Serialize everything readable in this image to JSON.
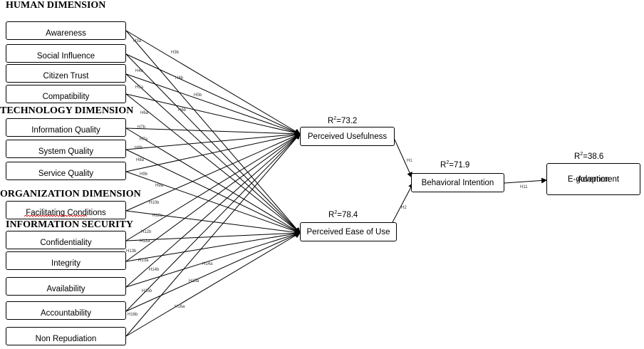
{
  "headings": {
    "human": "HUMAN DIMENSION",
    "technology": "TECHNOLOGY DIMENSION",
    "organization": "ORGANIZATION DIMENSION",
    "security": "INFORMATION SECURITY"
  },
  "constructs": {
    "awareness": "Awareness",
    "social_influence": "Social Influence",
    "citizen_trust": "Citizen Trust",
    "compatibility": "Compatibility",
    "information_quality": "Information Quality",
    "system_quality": "System Quality",
    "service_quality": "Service Quality",
    "facilitating_conditions": "Facilitating Conditions",
    "confidentiality": "Confidentiality",
    "integrity": "Integrity",
    "availability": "Availability",
    "accountability": "Accountability",
    "non_repudiation": "Non Repudiation",
    "perceived_usefulness": "Perceived Usefulness",
    "perceived_ease_of_use": "Perceived Ease of Use",
    "behavioral_intention": "Behavioral Intention",
    "e_government_adoption_line1": "E-government",
    "e_government_adoption_line2": "Adoption"
  },
  "r_squared": {
    "perceived_usefulness": "73.2",
    "perceived_ease_of_use": "78.4",
    "behavioral_intention": "71.9",
    "e_government_adoption": "38.6"
  },
  "r_squared_prefix": "R",
  "r_squared_exponent": "2",
  "hypotheses": {
    "h1": "H1",
    "h2": "H2",
    "h11": "H11",
    "h3a": "H3a",
    "h3b": "H3b",
    "h4a": "H4a",
    "h4b": "H4b",
    "h5a": "H5a",
    "h5b": "H5b",
    "h6a": "H6a",
    "h6b": "H6b",
    "h7a": "H7a",
    "h7b": "H7b",
    "h8a": "H8a",
    "h8b": "H8b",
    "h9a": "H9a",
    "h9b": "H9b",
    "h10a": "H10a",
    "h10b": "H10b",
    "h12a": "H12a",
    "h12b": "H12b",
    "h13a": "H13a",
    "h13b": "H13b",
    "h14a": "H14a",
    "h14b": "H14b",
    "h15a": "H15a",
    "h15b": "H15b",
    "h16a": "H16a",
    "h16b": "H16b"
  }
}
